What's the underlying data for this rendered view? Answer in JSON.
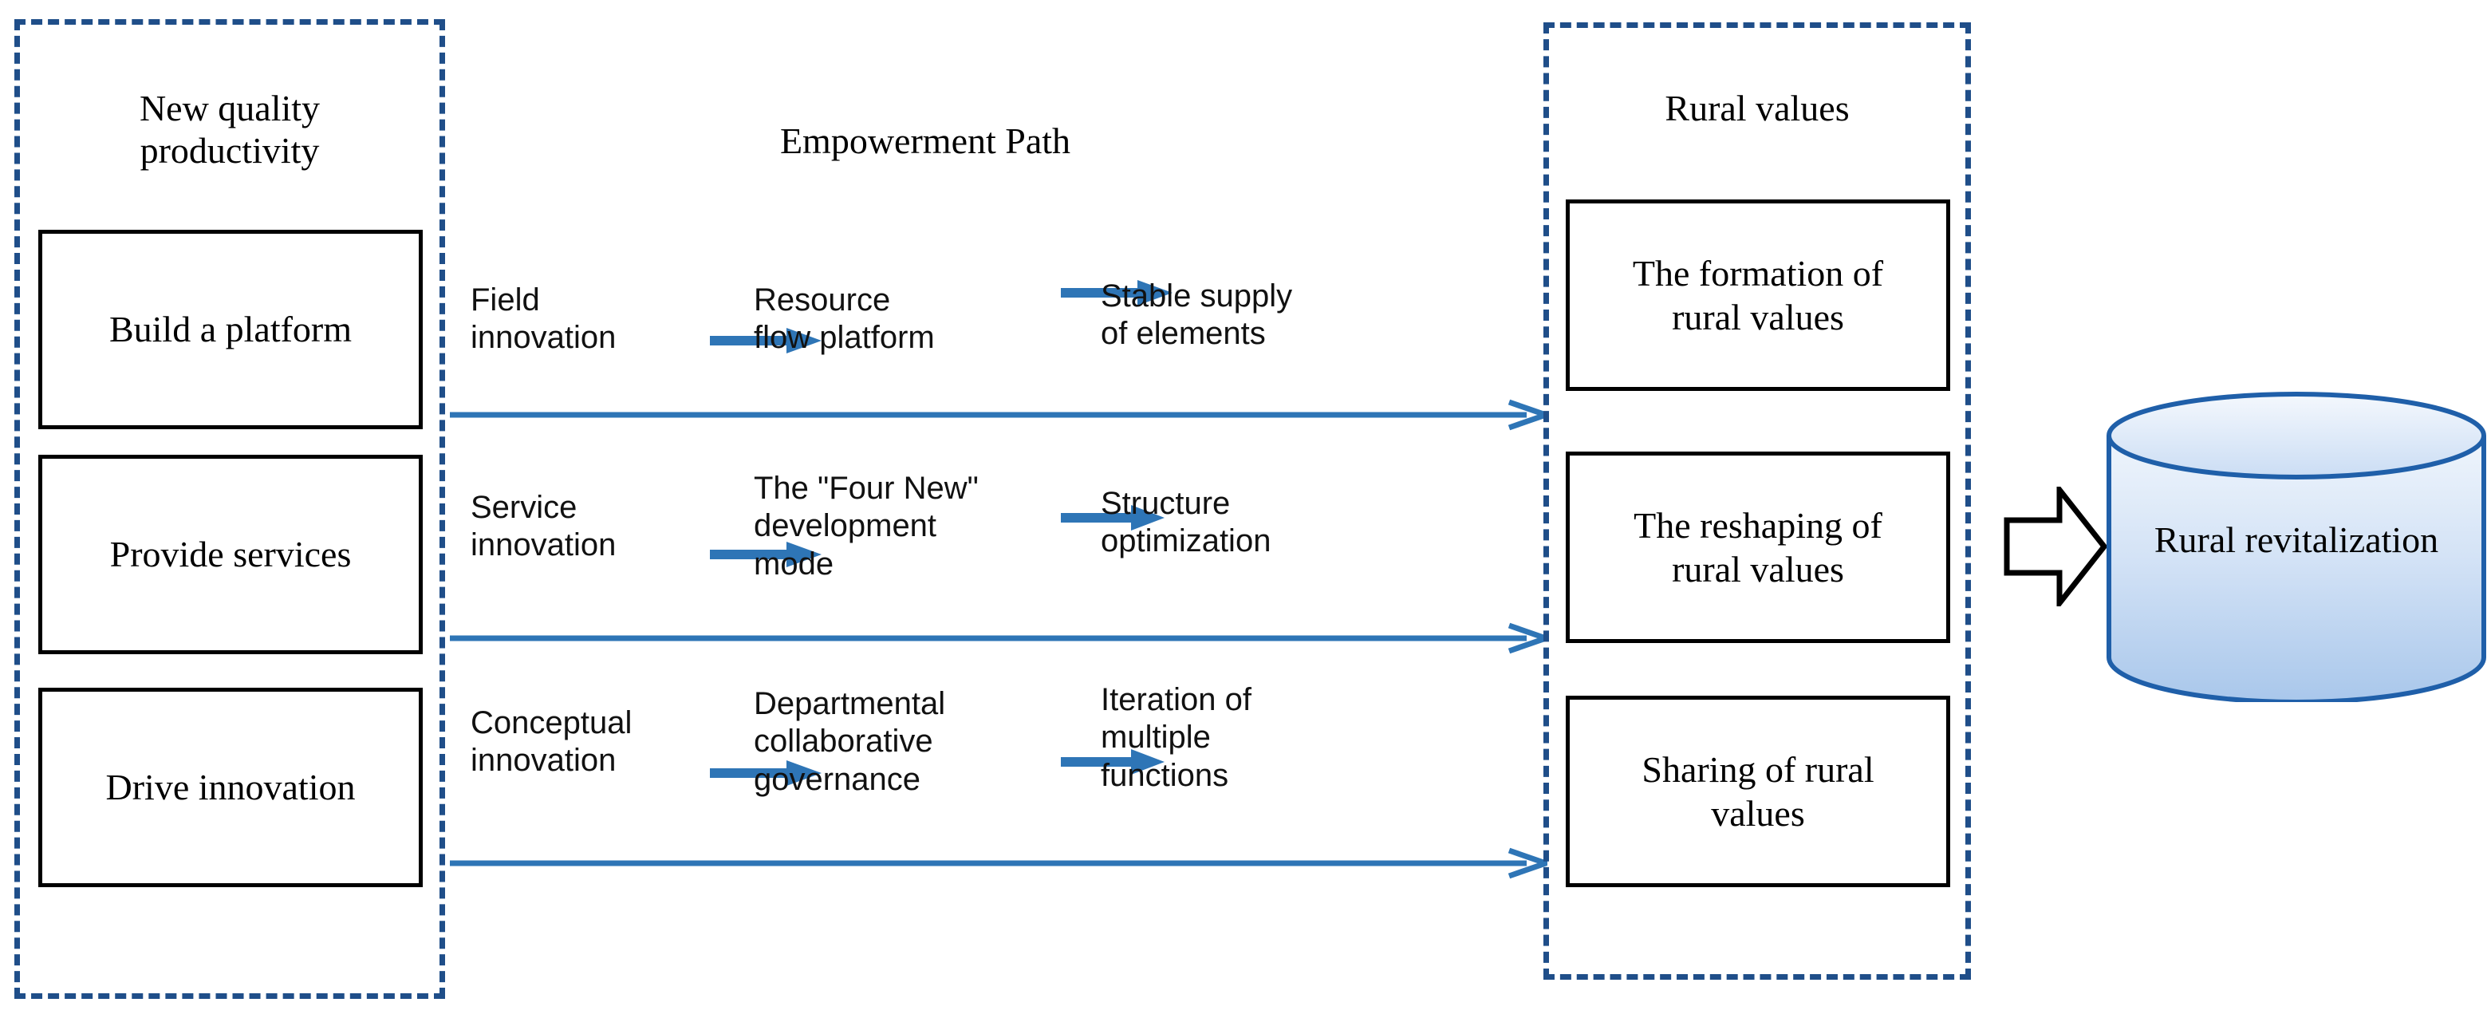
{
  "colors": {
    "dashed_border": "#1F4E89",
    "arrow_blue": "#2E75B6",
    "box_border": "#000000",
    "cylinder_outline": "#1F5FA9",
    "cylinder_fill_light": "#EAF1FB",
    "cylinder_fill_dark": "#A9C7EB",
    "text": "#000000",
    "background": "#FFFFFF"
  },
  "left_group": {
    "title": "New quality\nproductivity",
    "boxes": [
      {
        "label": "Build a platform"
      },
      {
        "label": "Provide services"
      },
      {
        "label": "Drive innovation"
      }
    ]
  },
  "middle": {
    "title": "Empowerment Path",
    "rows": [
      {
        "node_a": "Field\ninnovation",
        "node_b": "Resource\nflow platform",
        "node_c": "Stable supply\nof elements"
      },
      {
        "node_a": "Service\ninnovation",
        "node_b": "The \"Four New\"\ndevelopment\nmode",
        "node_c": "Structure\noptimization"
      },
      {
        "node_a": "Conceptual\ninnovation",
        "node_b": "Departmental\ncollaborative\ngovernance",
        "node_c": "Iteration of\nmultiple\nfunctions"
      }
    ]
  },
  "right_group": {
    "title": "Rural values",
    "boxes": [
      {
        "label": "The formation of\nrural values"
      },
      {
        "label": "The reshaping of\nrural values"
      },
      {
        "label": "Sharing of rural\nvalues"
      }
    ]
  },
  "outcome": {
    "label": "Rural revitalization"
  }
}
